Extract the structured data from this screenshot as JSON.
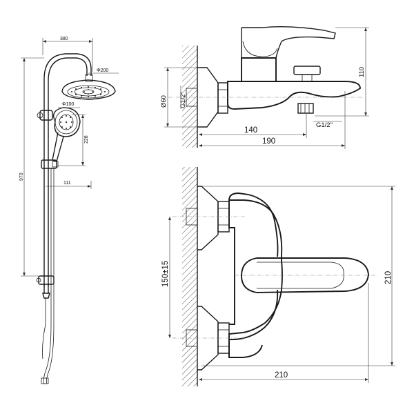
{
  "shower_set": {
    "dim_width_top": "380",
    "dim_head_diameter": "Φ200",
    "dim_hand_diameter": "Φ100",
    "dim_total_height": "970",
    "dim_slide_height": "228",
    "dim_arm_offset": "111"
  },
  "side_view": {
    "dim_flange": "Ø60",
    "dim_inlet_thread": "G1/2\"",
    "dim_height": "110",
    "dim_spout_offset": "140",
    "dim_depth": "190",
    "dim_outlet_thread": "G1/2\""
  },
  "top_view": {
    "dim_centers": "150±15",
    "dim_depth": "210",
    "dim_width": "210"
  },
  "colors": {
    "line": "#1a1a1a",
    "hatch": "#555555"
  }
}
